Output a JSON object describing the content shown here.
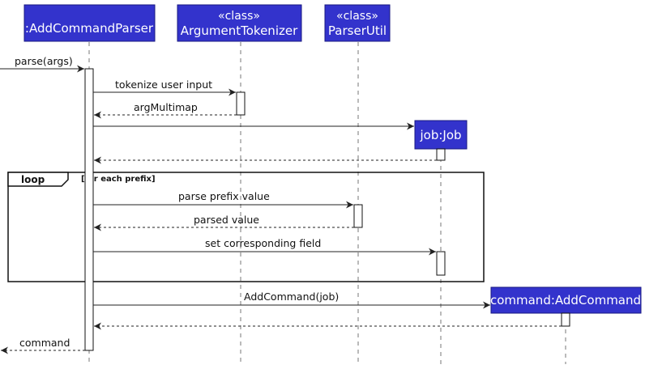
{
  "participants": {
    "parser": {
      "name": ":AddCommandParser"
    },
    "tokenizer": {
      "stereotype": "«class»",
      "name": "ArgumentTokenizer"
    },
    "util": {
      "stereotype": "«class»",
      "name": "ParserUtil"
    },
    "job": {
      "name": "job:Job"
    },
    "command": {
      "name": "command:AddCommand"
    }
  },
  "messages": {
    "parse_args": "parse(args)",
    "tokenize": "tokenize user input",
    "arg_multimap": "argMultimap",
    "parse_prefix": "parse prefix value",
    "parsed_value": "parsed value",
    "set_field": "set corresponding field",
    "add_command": "AddCommand(job)",
    "command_return": "command"
  },
  "loop": {
    "keyword": "loop",
    "guard": "[for each prefix]"
  },
  "colors": {
    "participant_fill": "#3333cc",
    "participant_border": "#1a1a80",
    "line": "#222222"
  }
}
